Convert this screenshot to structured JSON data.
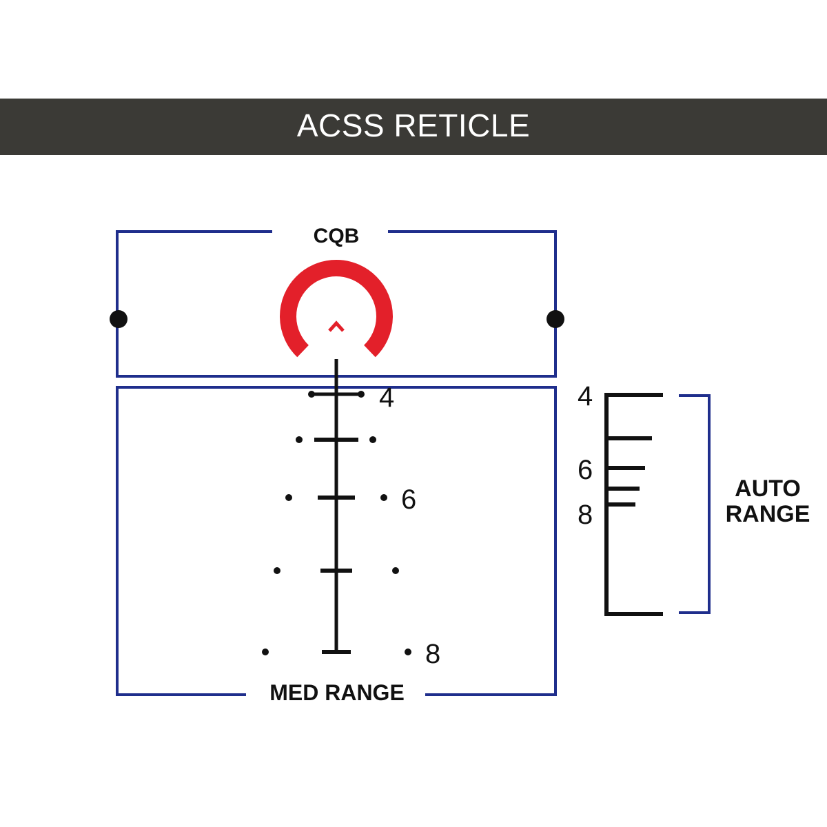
{
  "title": "ACSS RETICLE",
  "labels": {
    "cqb": "CQB",
    "med_range": "MED RANGE",
    "auto_range_line1": "AUTO",
    "auto_range_line2": "RANGE"
  },
  "reticle_numbers": {
    "n4": "4",
    "n6": "6",
    "n8": "8"
  },
  "auto_range_numbers": {
    "n4": "4",
    "n6": "6",
    "n8": "8"
  },
  "colors": {
    "title_bar": "#3b3a36",
    "frame": "#1f2e8c",
    "horseshoe": "#e3202a",
    "reticle": "#111111"
  }
}
